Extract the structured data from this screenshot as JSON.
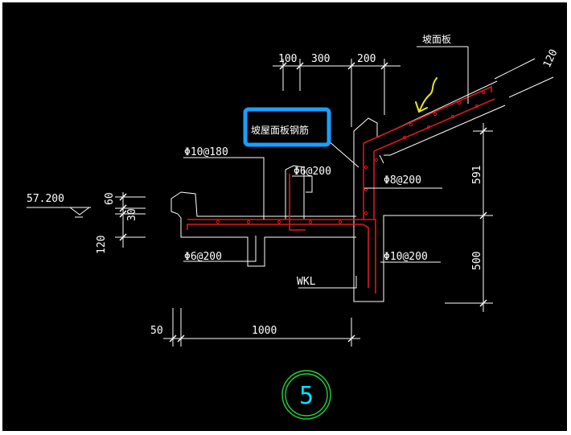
{
  "colors": {
    "background": "#000000",
    "linework": "#ffffff",
    "rebar": "#e01818",
    "highlight_box": "#1a9fff",
    "annotation_arrow": "#e8e820",
    "detail_circle": "#27d23a",
    "detail_number": "#00e5ff"
  },
  "labels": {
    "slope_plate": "坡面板",
    "slope_roof_rebar": "坡屋面板钢筋",
    "rebar_top_left": "Φ10@180",
    "rebar_mid": "Φ6@200",
    "rebar_right_upper": "Φ8@200",
    "rebar_bottom_left": "Φ6@200",
    "rebar_right_lower": "Φ10@200",
    "beam": "WKL",
    "elevation": "57.200"
  },
  "dimensions": {
    "top_1": "100",
    "top_2": "300",
    "top_3": "200",
    "slab_thickness": "120",
    "left_1": "60",
    "left_2": "30",
    "left_3": "120",
    "right_upper": "591",
    "right_lower": "500",
    "bottom_1": "50",
    "bottom_2": "1000"
  },
  "detail": {
    "number": "5"
  }
}
